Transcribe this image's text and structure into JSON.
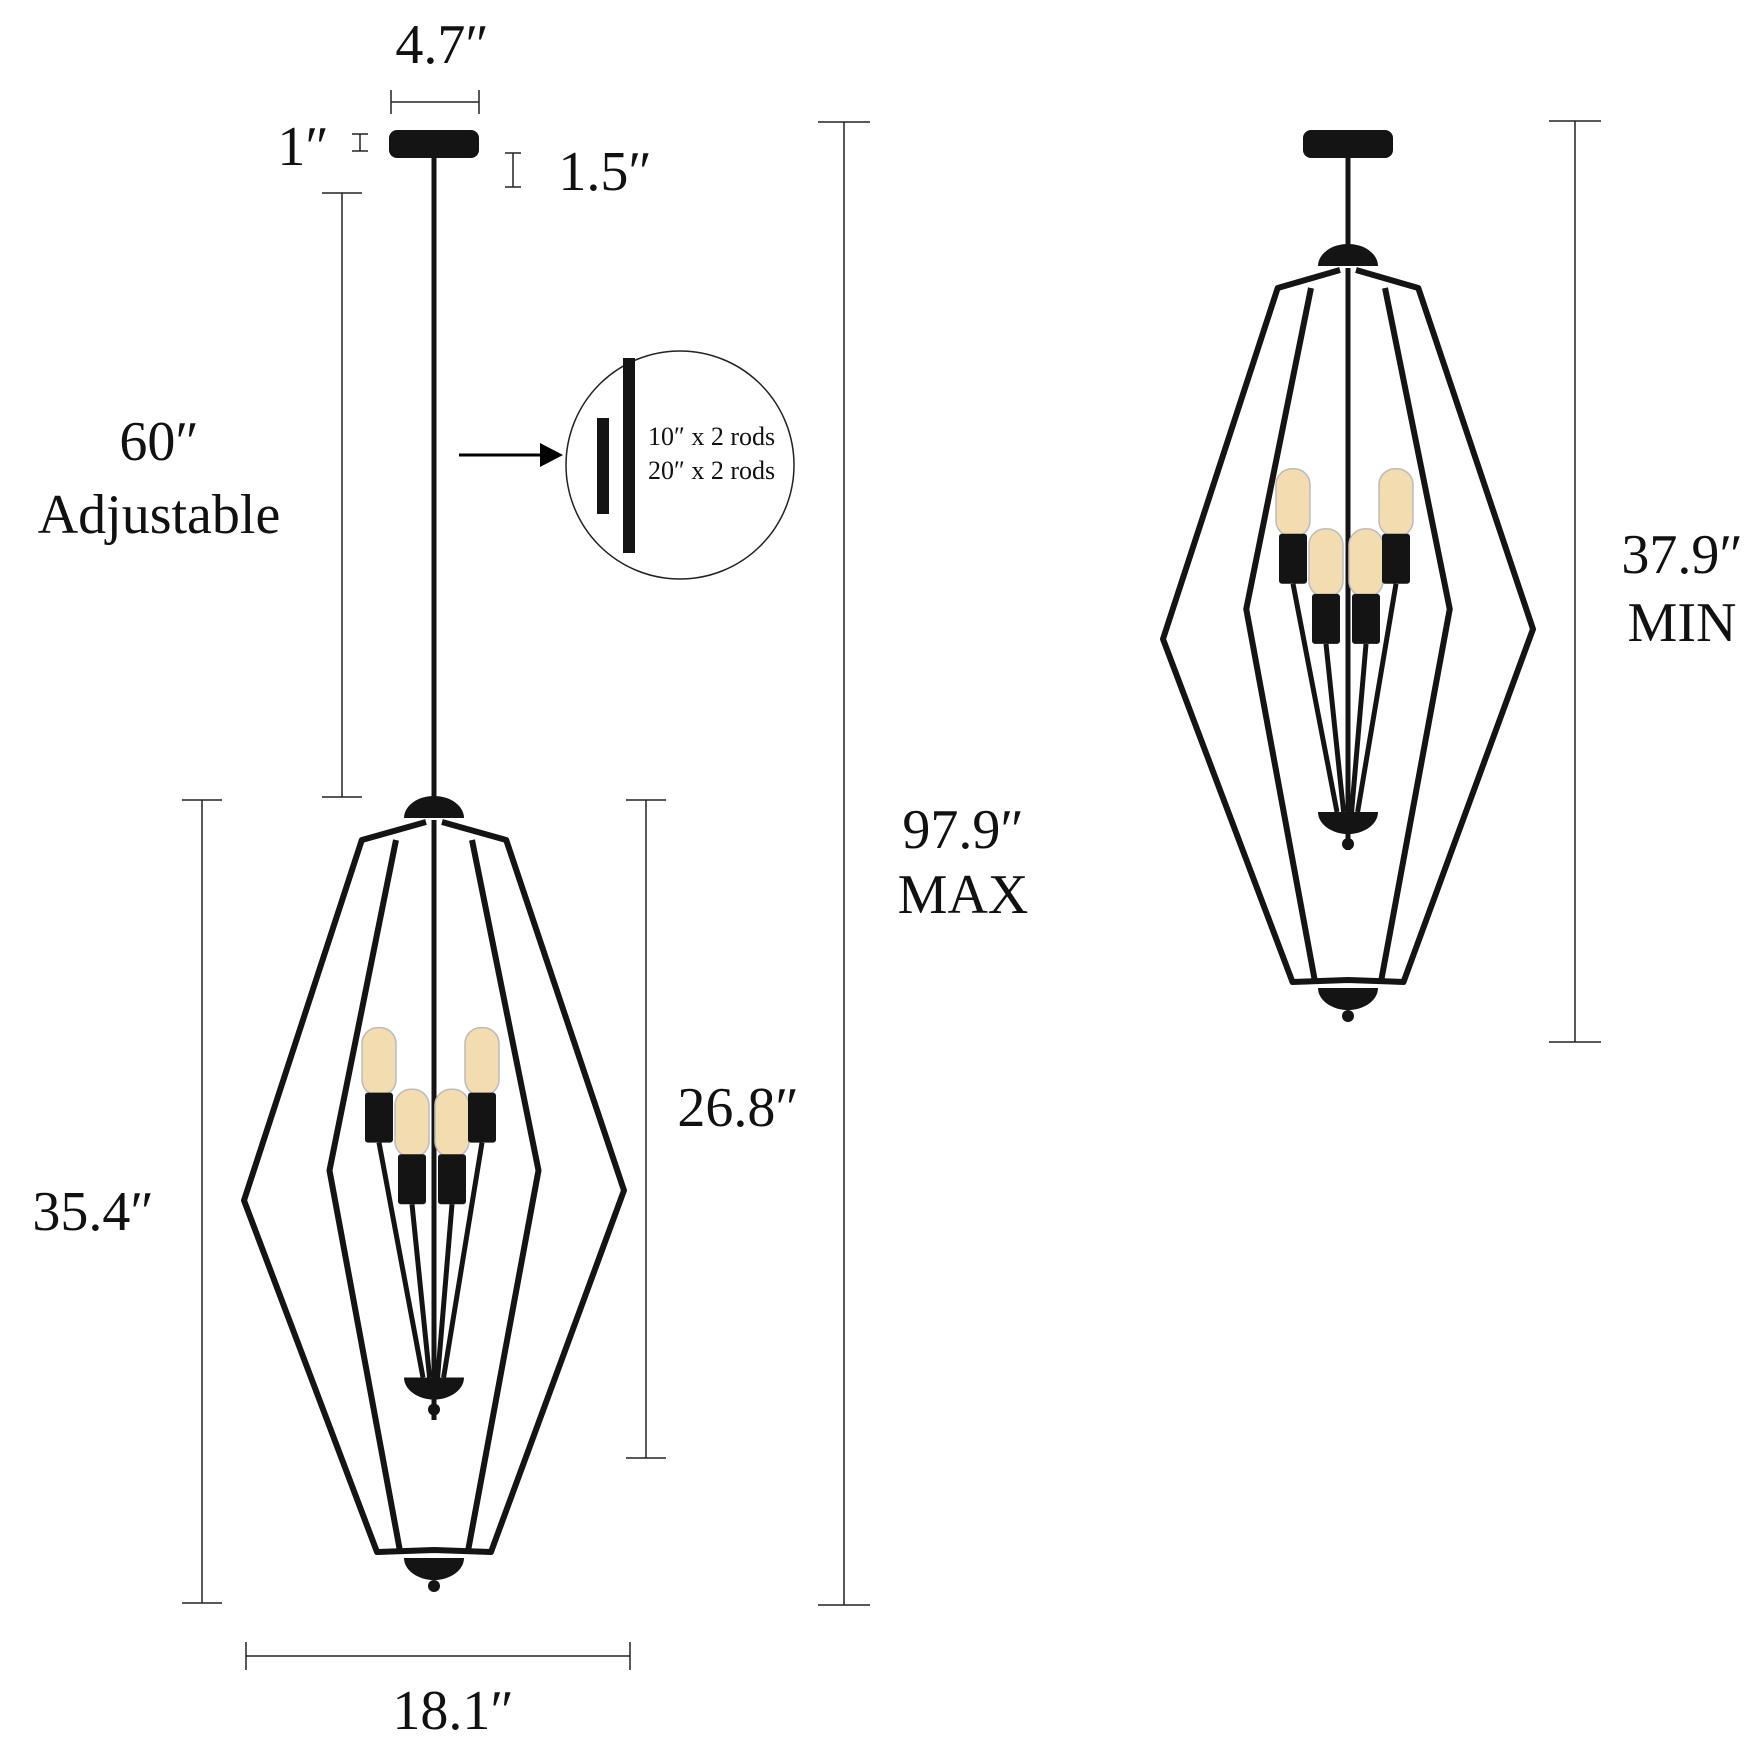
{
  "dimensions": {
    "canopy_width": "4.7″",
    "canopy_thickness": "1″",
    "canopy_height": "1.5″",
    "rod_length": "60″",
    "rod_note": "Adjustable",
    "rods_included": [
      "10″ x 2 rods",
      "20″ x 2 rods"
    ],
    "max_height": "97.9″",
    "max_label": "MAX",
    "body_height": "35.4″",
    "inner_height": "26.8″",
    "body_width": "18.1″",
    "min_height": "37.9″",
    "min_label": "MIN"
  },
  "colors": {
    "fixture": "#141414",
    "bulb_glow": "#f3dcb0",
    "line": "#222222"
  }
}
